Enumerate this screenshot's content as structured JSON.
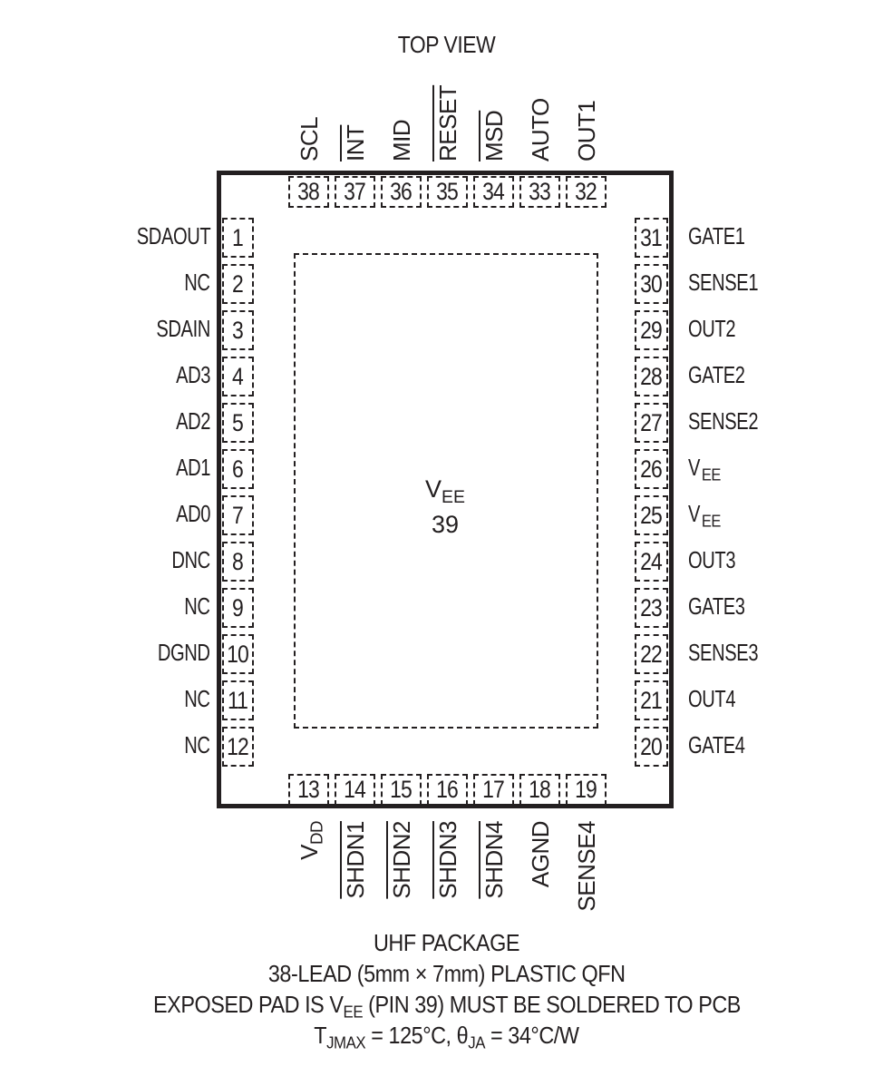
{
  "title": "TOP VIEW",
  "exposed_pad": {
    "name": "V",
    "sub": "EE",
    "pin": "39"
  },
  "pins": {
    "left": [
      {
        "num": "1",
        "name": "SDAOUT"
      },
      {
        "num": "2",
        "name": "NC"
      },
      {
        "num": "3",
        "name": "SDAIN"
      },
      {
        "num": "4",
        "name": "AD3"
      },
      {
        "num": "5",
        "name": "AD2"
      },
      {
        "num": "6",
        "name": "AD1"
      },
      {
        "num": "7",
        "name": "AD0"
      },
      {
        "num": "8",
        "name": "DNC"
      },
      {
        "num": "9",
        "name": "NC"
      },
      {
        "num": "10",
        "name": "DGND"
      },
      {
        "num": "11",
        "name": "NC"
      },
      {
        "num": "12",
        "name": "NC"
      }
    ],
    "bottom": [
      {
        "num": "13",
        "name": "V",
        "sub": "DD",
        "overbar": false
      },
      {
        "num": "14",
        "name": "SHDN1",
        "overbar": true
      },
      {
        "num": "15",
        "name": "SHDN2",
        "overbar": true
      },
      {
        "num": "16",
        "name": "SHDN3",
        "overbar": true
      },
      {
        "num": "17",
        "name": "SHDN4",
        "overbar": true
      },
      {
        "num": "18",
        "name": "AGND",
        "overbar": false
      },
      {
        "num": "19",
        "name": "SENSE4",
        "overbar": false
      }
    ],
    "right": [
      {
        "num": "31",
        "name": "GATE1"
      },
      {
        "num": "30",
        "name": "SENSE1"
      },
      {
        "num": "29",
        "name": "OUT2"
      },
      {
        "num": "28",
        "name": "GATE2"
      },
      {
        "num": "27",
        "name": "SENSE2"
      },
      {
        "num": "26",
        "name": "V",
        "sub": "EE"
      },
      {
        "num": "25",
        "name": "V",
        "sub": "EE"
      },
      {
        "num": "24",
        "name": "OUT3"
      },
      {
        "num": "23",
        "name": "GATE3"
      },
      {
        "num": "22",
        "name": "SENSE3"
      },
      {
        "num": "21",
        "name": "OUT4"
      },
      {
        "num": "20",
        "name": "GATE4"
      }
    ],
    "top": [
      {
        "num": "38",
        "name": "SCL",
        "overbar": false
      },
      {
        "num": "37",
        "name": "INT",
        "overbar": true
      },
      {
        "num": "36",
        "name": "MID",
        "overbar": false
      },
      {
        "num": "35",
        "name": "RESET",
        "overbar": true
      },
      {
        "num": "34",
        "name": "MSD",
        "overbar": true
      },
      {
        "num": "33",
        "name": "AUTO",
        "overbar": false
      },
      {
        "num": "32",
        "name": "OUT1",
        "overbar": false
      }
    ]
  },
  "footer": {
    "line1": "UHF PACKAGE",
    "line2": "38-LEAD (5mm × 7mm) PLASTIC QFN",
    "line3_pre": "EXPOSED PAD IS V",
    "line3_sub": "EE",
    "line3_post": " (PIN 39) MUST BE SOLDERED TO PCB",
    "line4_t": "T",
    "line4_t_sub": "JMAX",
    "line4_mid": " = 125°C, θ",
    "line4_theta_sub": "JA",
    "line4_post": " = 34°C/W"
  }
}
